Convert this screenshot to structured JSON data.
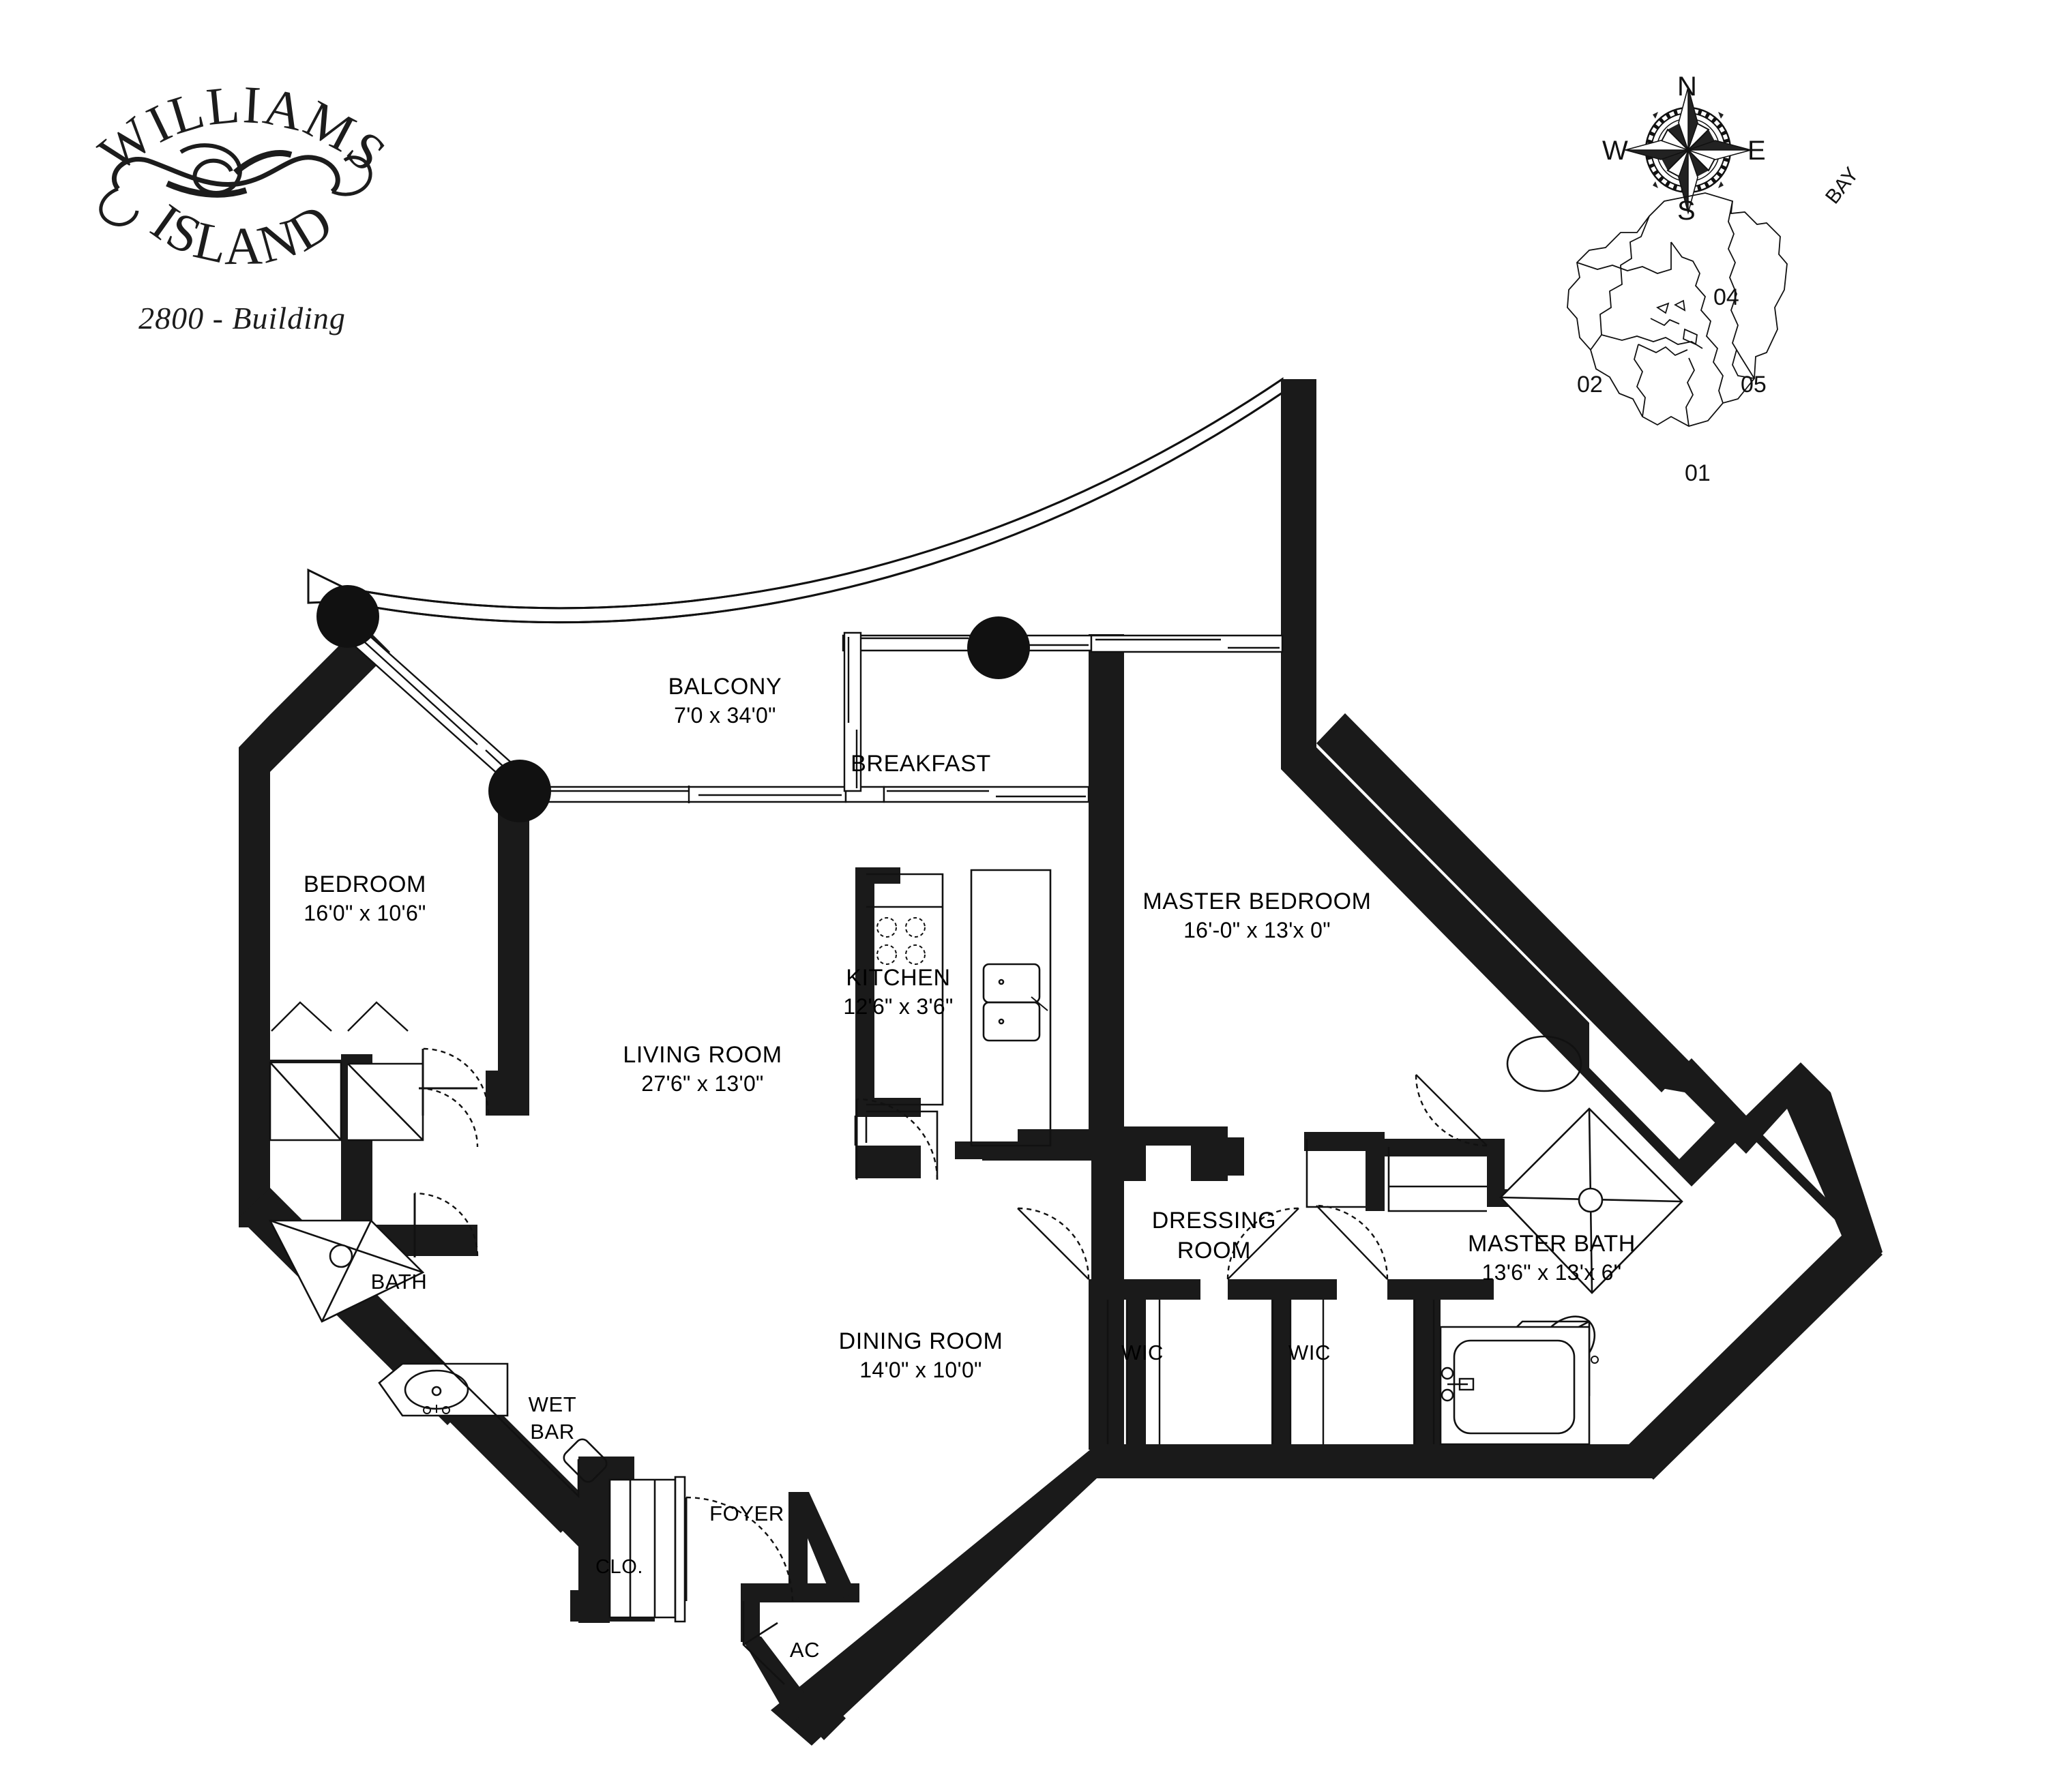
{
  "brand": {
    "arc_top": "WILLIAMS",
    "arc_bottom": "ISLAND",
    "subtitle": "2800 - Building"
  },
  "compass": {
    "north": "N",
    "east": "E",
    "south": "S",
    "west": "W"
  },
  "keyplan": {
    "bay_label": "BAY",
    "units": [
      {
        "id": "04",
        "label": "04"
      },
      {
        "id": "05",
        "label": "05"
      },
      {
        "id": "02",
        "label": "02"
      },
      {
        "id": "01",
        "label": "01"
      }
    ]
  },
  "rooms": [
    {
      "key": "balcony",
      "name": "BALCONY",
      "dim": "7'0 x 34'0\""
    },
    {
      "key": "breakfast",
      "name": "BREAKFAST",
      "dim": ""
    },
    {
      "key": "bedroom",
      "name": "BEDROOM",
      "dim": "16'0\" x 10'6\""
    },
    {
      "key": "living_room",
      "name": "LIVING ROOM",
      "dim": "27'6\"  x 13'0\""
    },
    {
      "key": "kitchen",
      "name": "KITCHEN",
      "dim": "12'6\" x 3'6\""
    },
    {
      "key": "master_bedroom",
      "name": "MASTER BEDROOM",
      "dim": "16'-0\"  x 13'x 0\""
    },
    {
      "key": "dressing_room",
      "name": "DRESSING",
      "dim": "ROOM"
    },
    {
      "key": "master_bath",
      "name": "MASTER BATH",
      "dim": "13'6\" x 13'x 6\""
    },
    {
      "key": "dining_room",
      "name": "DINING ROOM",
      "dim": "14'0\" x 10'0\""
    },
    {
      "key": "bath",
      "name": "BATH",
      "dim": ""
    },
    {
      "key": "wet_bar",
      "name": "WET",
      "dim": "BAR"
    },
    {
      "key": "closet",
      "name": "CLO.",
      "dim": ""
    },
    {
      "key": "foyer",
      "name": "FOYER",
      "dim": ""
    },
    {
      "key": "ac",
      "name": "AC",
      "dim": ""
    },
    {
      "key": "wic_left",
      "name": "WIC",
      "dim": ""
    },
    {
      "key": "wic_right",
      "name": "WIC",
      "dim": ""
    }
  ],
  "colors": {
    "wall": "#1a1a1a",
    "line": "#111111",
    "background": "#ffffff"
  }
}
